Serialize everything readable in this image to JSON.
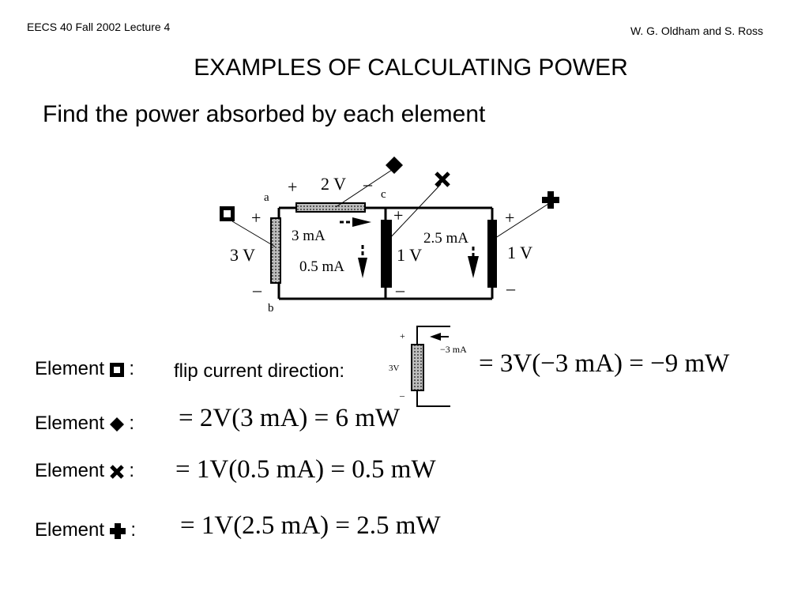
{
  "header": {
    "course": "EECS 40  Fall 2002   Lecture 4",
    "authors": "W. G. Oldham and S. Ross"
  },
  "title": "EXAMPLES OF CALCULATING POWER",
  "subtitle": "Find the power absorbed by each element",
  "circuit": {
    "node_a": "a",
    "node_b": "b",
    "node_c": "c",
    "plus": "+",
    "minus": "–",
    "v_top": "2 V",
    "v_left": "3 V",
    "v_mid": "1 V",
    "v_right": "1 V",
    "i_top": "3 mA",
    "i_mid": "0.5 mA",
    "i_right": "2.5 mA"
  },
  "inset": {
    "plus": "+",
    "minus": "–",
    "voltage": "3V",
    "current": "−3 mA"
  },
  "elements": [
    {
      "symbol": "square-icon",
      "label": "Element",
      "colon": ":",
      "note": "flip current direction:",
      "equation": "= 3V(−3 mA) = −9 mW"
    },
    {
      "symbol": "diamond-icon",
      "label": "Element",
      "colon": ":",
      "equation": "= 2V(3 mA) = 6 mW"
    },
    {
      "symbol": "cross-x-icon",
      "label": "Element",
      "colon": ":",
      "equation": "= 1V(0.5 mA) = 0.5 mW"
    },
    {
      "symbol": "plus-icon",
      "label": "Element",
      "colon": ":",
      "equation": "= 1V(2.5 mA) = 2.5 mW"
    }
  ]
}
